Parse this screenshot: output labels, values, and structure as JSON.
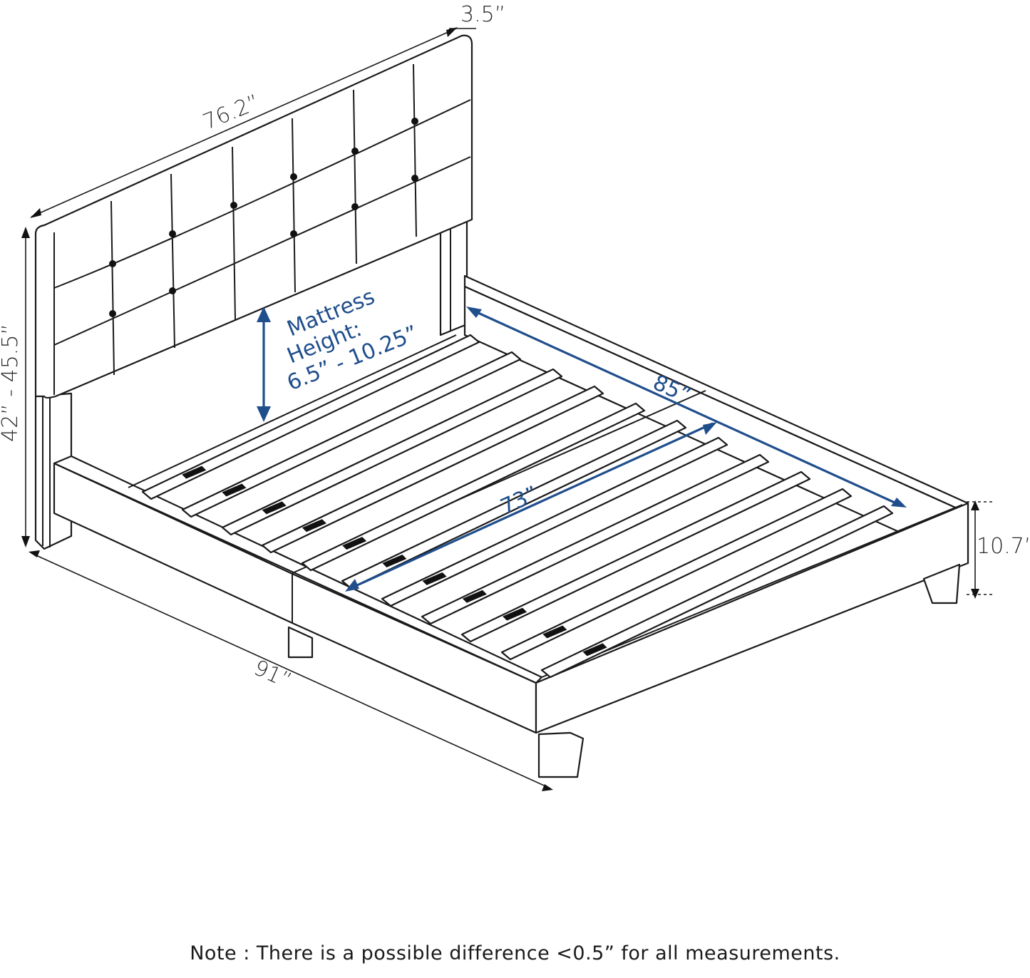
{
  "dimensions": {
    "headboard_depth": "3.5”",
    "headboard_width": "76.2”",
    "overall_height": "42” - 45.5”",
    "mattress_height_line1": "Mattress",
    "mattress_height_line2": "Height:",
    "mattress_height_line3": "6.5” - 10.25”",
    "inner_length": "85”",
    "inner_width": "73”",
    "frame_height": "10.7”",
    "overall_length": "91”"
  },
  "note": "Note : There is a possible difference <0.5” for all measurements.",
  "colors": {
    "accent_blue": "#1f4e8c",
    "line": "#1a1a1a"
  }
}
